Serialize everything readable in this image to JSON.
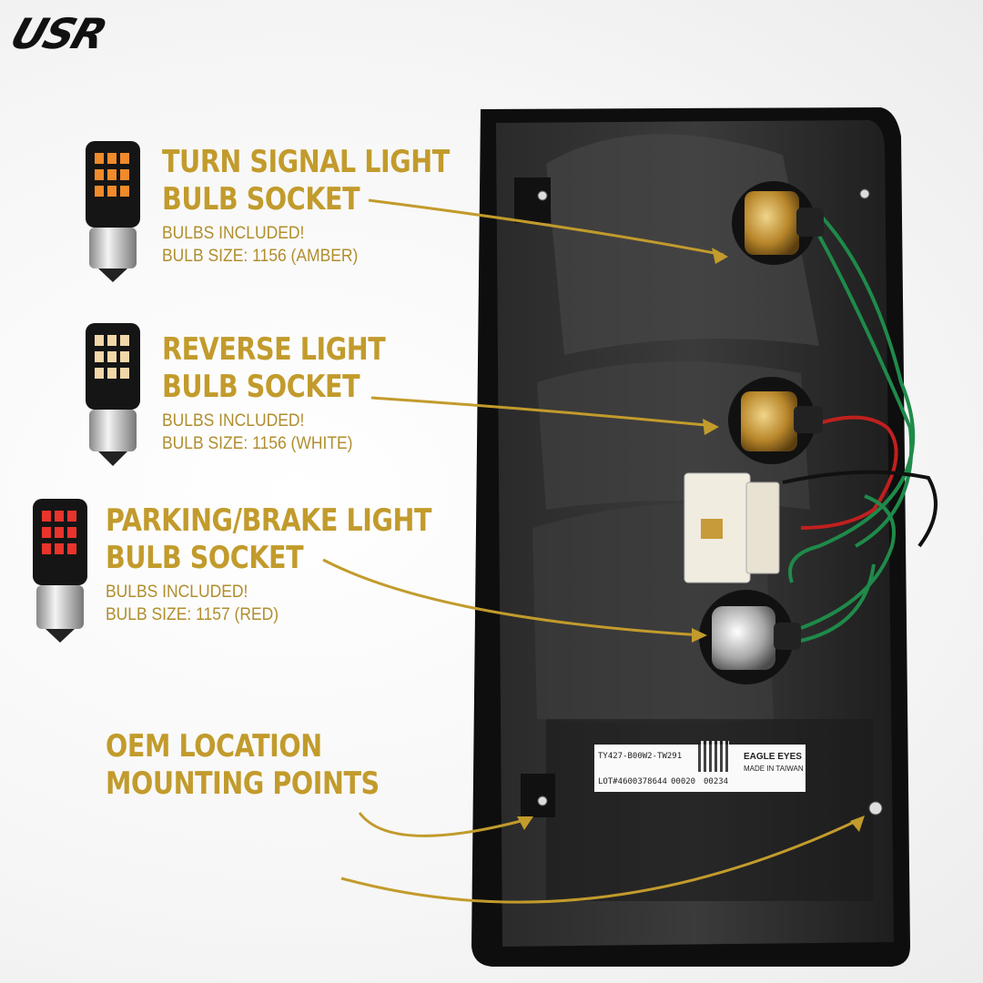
{
  "brand": {
    "logo_text": "USR"
  },
  "callouts": [
    {
      "title_line1": "TURN SIGNAL LIGHT",
      "title_line2": "BULB SOCKET",
      "note1": "BULBS INCLUDED!",
      "note2": "BULB SIZE: 1156 (AMBER)",
      "led_color": "#f08a2a"
    },
    {
      "title_line1": "REVERSE LIGHT",
      "title_line2": "BULB SOCKET",
      "note1": "BULBS INCLUDED!",
      "note2": "BULB SIZE: 1156 (WHITE)",
      "led_color": "#f2d7a8"
    },
    {
      "title_line1": "PARKING/BRAKE LIGHT",
      "title_line2": "BULB SOCKET",
      "note1": "BULBS INCLUDED!",
      "note2": "BULB SIZE: 1157 (RED)",
      "led_color": "#e8342c"
    },
    {
      "title_line1": "OEM LOCATION",
      "title_line2": "MOUNTING POINTS"
    }
  ],
  "product_label": {
    "part": "TY427-B00W2-TW291",
    "lot": "LOT#4600378644",
    "code1": "00020",
    "code2": "00234",
    "brand": "EAGLE EYES",
    "made_in": "MADE IN TAIWAN"
  },
  "colors": {
    "accent": "#c29b2c",
    "housing": "#1a1a1a",
    "wire_green": "#1f8a4a",
    "wire_red": "#c0201e"
  }
}
